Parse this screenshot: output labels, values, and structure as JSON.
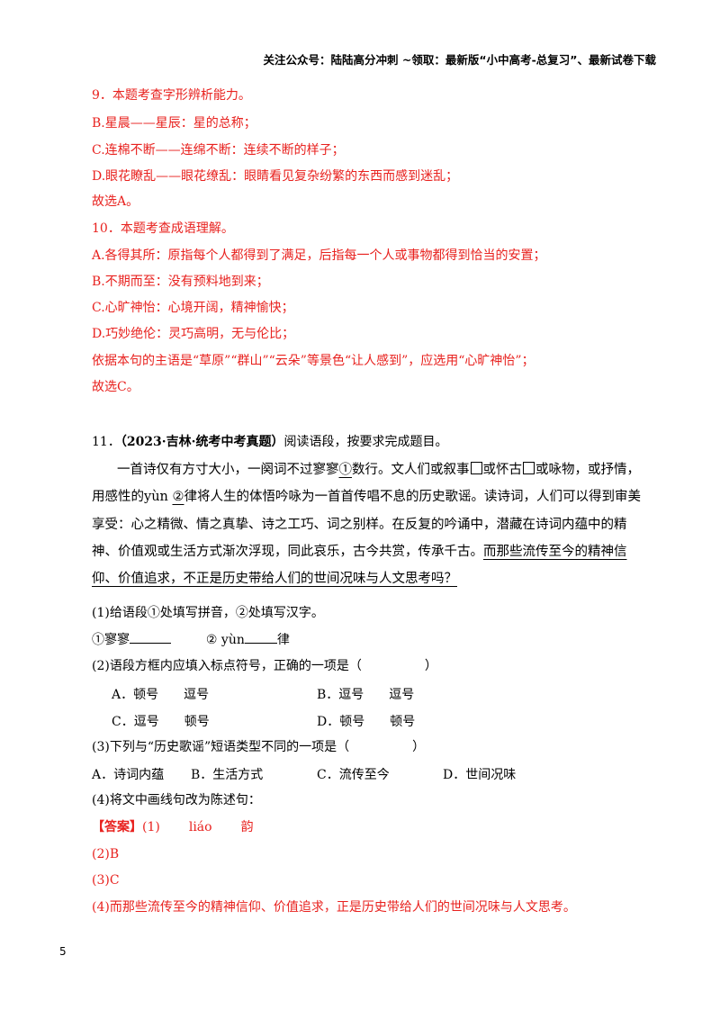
{
  "header": "关注公众号：陆陆高分冲刺 ~领取：最新版“小中高考-总复习”、最新试卷下载",
  "answers_top": [
    "9．本题考查字形辨析能力。",
    "B.星晨——星辰：星的总称；",
    "C.连棉不断——连绵不断：连续不断的样子；",
    "D.眼花瞭乱——眼花缭乱：眼睛看见复杂纷繁的东西而感到迷乱；",
    "故选A。",
    "10．本题考查成语理解。",
    "A.各得其所：原指每个人都得到了满足，后指每一个人或事物都得到恰当的安置；",
    "B.不期而至：没有预料地到来；",
    "C.心旷神怡：心境开阔，精神愉快；",
    "D.巧妙绝伦：灵巧高明，无与伦比；",
    "依据本句的主语是“草原”“群山”“云朵”等景色“让人感到”，应选用“心旷神怡”；",
    "故选C。"
  ],
  "q11": {
    "number": "11．",
    "source": "（2023·吉林·统考中考真题）",
    "instruction": "阅读语段，按要求完成题目。",
    "passage": {
      "p1": "一首诗仅有方寸大小，一阕词不过寥寥",
      "c1": "①",
      "p2": "数行。文人们或叙事",
      "p3": "或怀古",
      "p4": "或咏物，或抒情，用感性的",
      "yun": "yùn ",
      "c2": "②",
      "p5": "律将人生的体悟吟咏为一首首传唱不息的历史歌谣。读诗词，人们可以得到审美享受：心之精微、情之真挚、诗之工巧、词之别样。在反复的吟诵中，潜藏在诗词内蕴中的精神、价值观或生活方式渐次浮现，同此哀乐，古今共赏，传承千古。",
      "underlined": "而那些流传至今的精神信仰、价值追求，不正是历史带给人们的世间况味与人文思考吗？"
    },
    "sub1": "(1)给语段①处填写拼音，②处填写汉字。",
    "sub1_a": "①寥寥",
    "sub1_b_pre": "② yùn",
    "sub1_b_post": "律",
    "sub2": "(2)语段方框内应填入标点符号，正确的一项是（　　　　　）",
    "sub2_options": [
      "A．顿号　　逗号",
      "B．逗号　　逗号",
      "C．逗号　　顿号",
      "D．顿号　　顿号"
    ],
    "sub3": "(3)下列与“历史歌谣”短语类型不同的一项是（　　　　　）",
    "sub3_options": [
      "A．诗词内蕴",
      "B．生活方式",
      "C．流传至今",
      "D．世间况味"
    ],
    "sub4": "(4)将文中画线句改为陈述句："
  },
  "answer": {
    "label": "【答案】",
    "a1_num": "(1)",
    "a1_val1": "liáo",
    "a1_val2": "韵",
    "a2": "(2)B",
    "a3": "(3)C",
    "a4": "(4)而那些流传至今的精神信仰、价值追求，正是历史带给人们的世间况味与人文思考。"
  },
  "page_number": "5",
  "colors": {
    "answer_red": "#e8211e"
  }
}
